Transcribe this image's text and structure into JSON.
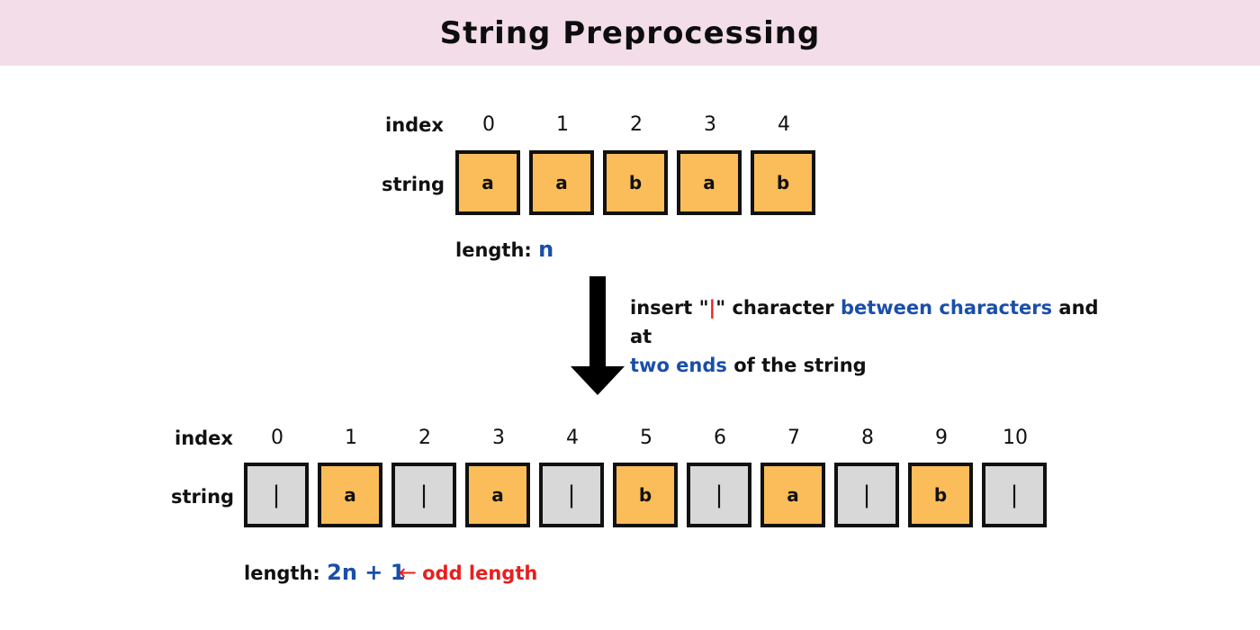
{
  "title": "String Preprocessing",
  "top": {
    "index_label": "index",
    "string_label": "string",
    "indices": [
      "0",
      "1",
      "2",
      "3",
      "4"
    ],
    "chars": [
      "a",
      "a",
      "b",
      "a",
      "b"
    ],
    "length_prefix": "length:",
    "length_value": "n"
  },
  "instruction": {
    "part1": "insert \"",
    "separator": "|",
    "part2": "\" character ",
    "highlight1": "between characters",
    "part3": " and  at ",
    "highlight2": "two ends",
    "part4": " of the string"
  },
  "bottom": {
    "index_label": "index",
    "string_label": "string",
    "indices": [
      "0",
      "1",
      "2",
      "3",
      "4",
      "5",
      "6",
      "7",
      "8",
      "9",
      "10"
    ],
    "chars": [
      "|",
      "a",
      "|",
      "a",
      "|",
      "b",
      "|",
      "a",
      "|",
      "b",
      "|"
    ],
    "length_prefix": "length:",
    "length_value": "2n + 1",
    "note_arrow": "←",
    "note": "odd length"
  },
  "colors": {
    "header_bg": "#f3dde9",
    "char_cell": "#fbbd59",
    "separator_cell": "#d8d8d8",
    "highlight_blue": "#1a4fa8",
    "highlight_red": "#e81f1f"
  }
}
